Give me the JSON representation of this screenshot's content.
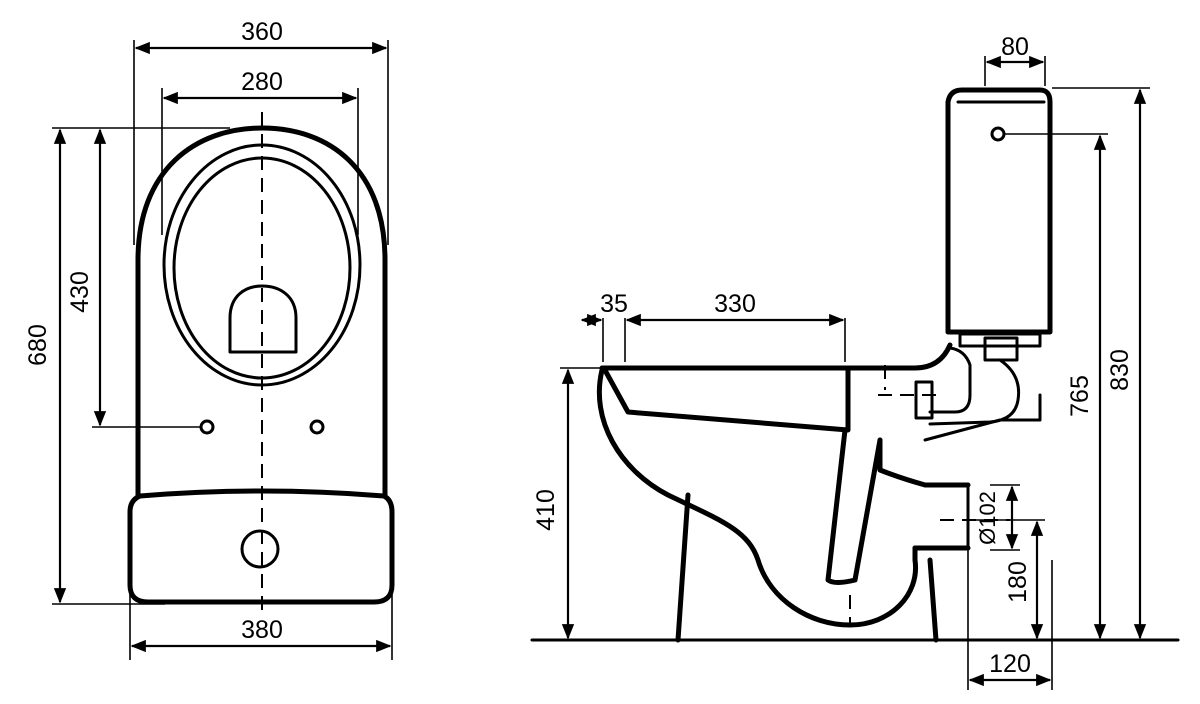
{
  "dimensions": {
    "top_width_outer": "360",
    "top_width_seat": "280",
    "total_length": "680",
    "bolt_to_back": "430",
    "base_width": "380",
    "tank_cap": "80",
    "rim_offset": "35",
    "bowl_depth": "330",
    "rim_height": "410",
    "tank_button_height": "765",
    "total_height": "830",
    "outlet_diameter": "Ø102",
    "outlet_height": "180",
    "outlet_depth": "120"
  },
  "colors": {
    "ink": "#000000",
    "paper": "#ffffff"
  }
}
